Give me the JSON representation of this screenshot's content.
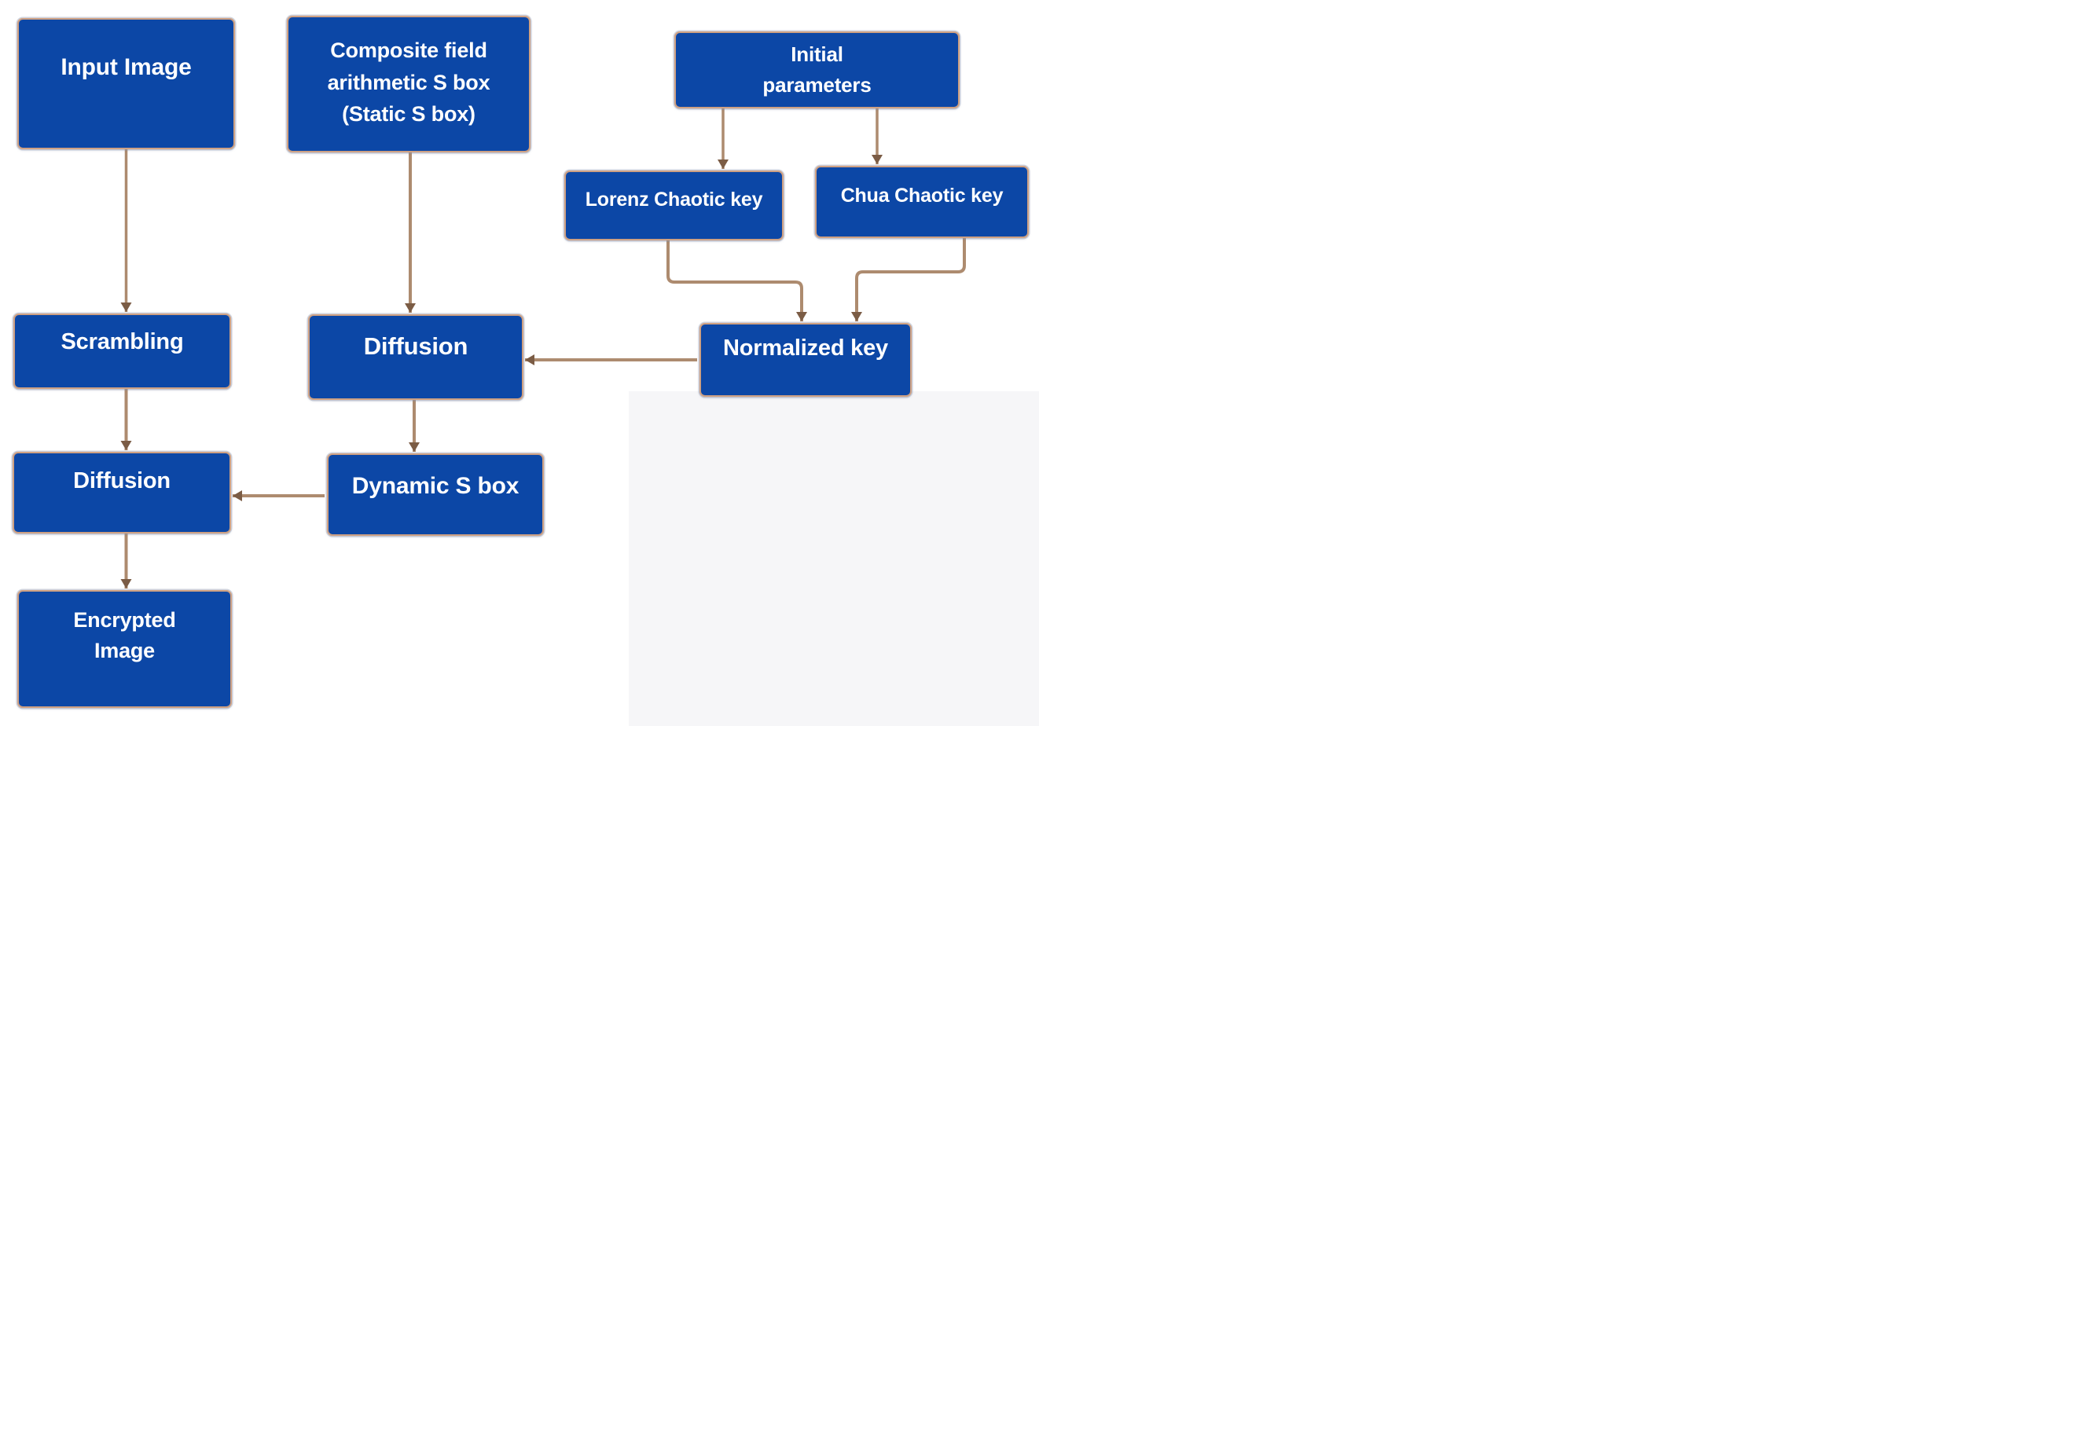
{
  "colors": {
    "node_fill": "#0c47a6",
    "node_border": "#cfa183",
    "arrow_line": "#ad8b6f",
    "arrow_head": "#7b5c45",
    "label_text": "#ffffff",
    "background": "#ffffff",
    "bg_card_shade": "#f6f6f8"
  },
  "nodes": {
    "input_image": {
      "label": "Input Image"
    },
    "composite_sbox": {
      "lines": [
        "Composite field",
        "arithmetic S box",
        "(Static S box)"
      ]
    },
    "initial_parameters": {
      "lines": [
        "Initial",
        "parameters"
      ]
    },
    "lorenz_key": {
      "label": "Lorenz Chaotic key"
    },
    "chua_key": {
      "label": "Chua Chaotic key"
    },
    "normalized_key": {
      "label": "Normalized key"
    },
    "diffusion_mid": {
      "label": "Diffusion"
    },
    "scrambling": {
      "label": "Scrambling"
    },
    "diffusion_left": {
      "label": "Diffusion"
    },
    "dynamic_sbox": {
      "label": "Dynamic S box"
    },
    "encrypted_image": {
      "lines": [
        "Encrypted",
        "Image"
      ]
    }
  },
  "edges": [
    {
      "from": "input_image",
      "to": "scrambling"
    },
    {
      "from": "composite_sbox",
      "to": "diffusion_mid"
    },
    {
      "from": "initial_parameters",
      "to": "lorenz_key"
    },
    {
      "from": "initial_parameters",
      "to": "chua_key"
    },
    {
      "from": "lorenz_key",
      "to": "normalized_key"
    },
    {
      "from": "chua_key",
      "to": "normalized_key"
    },
    {
      "from": "normalized_key",
      "to": "diffusion_mid"
    },
    {
      "from": "diffusion_mid",
      "to": "dynamic_sbox"
    },
    {
      "from": "dynamic_sbox",
      "to": "diffusion_left"
    },
    {
      "from": "scrambling",
      "to": "diffusion_left"
    },
    {
      "from": "diffusion_left",
      "to": "encrypted_image"
    }
  ]
}
